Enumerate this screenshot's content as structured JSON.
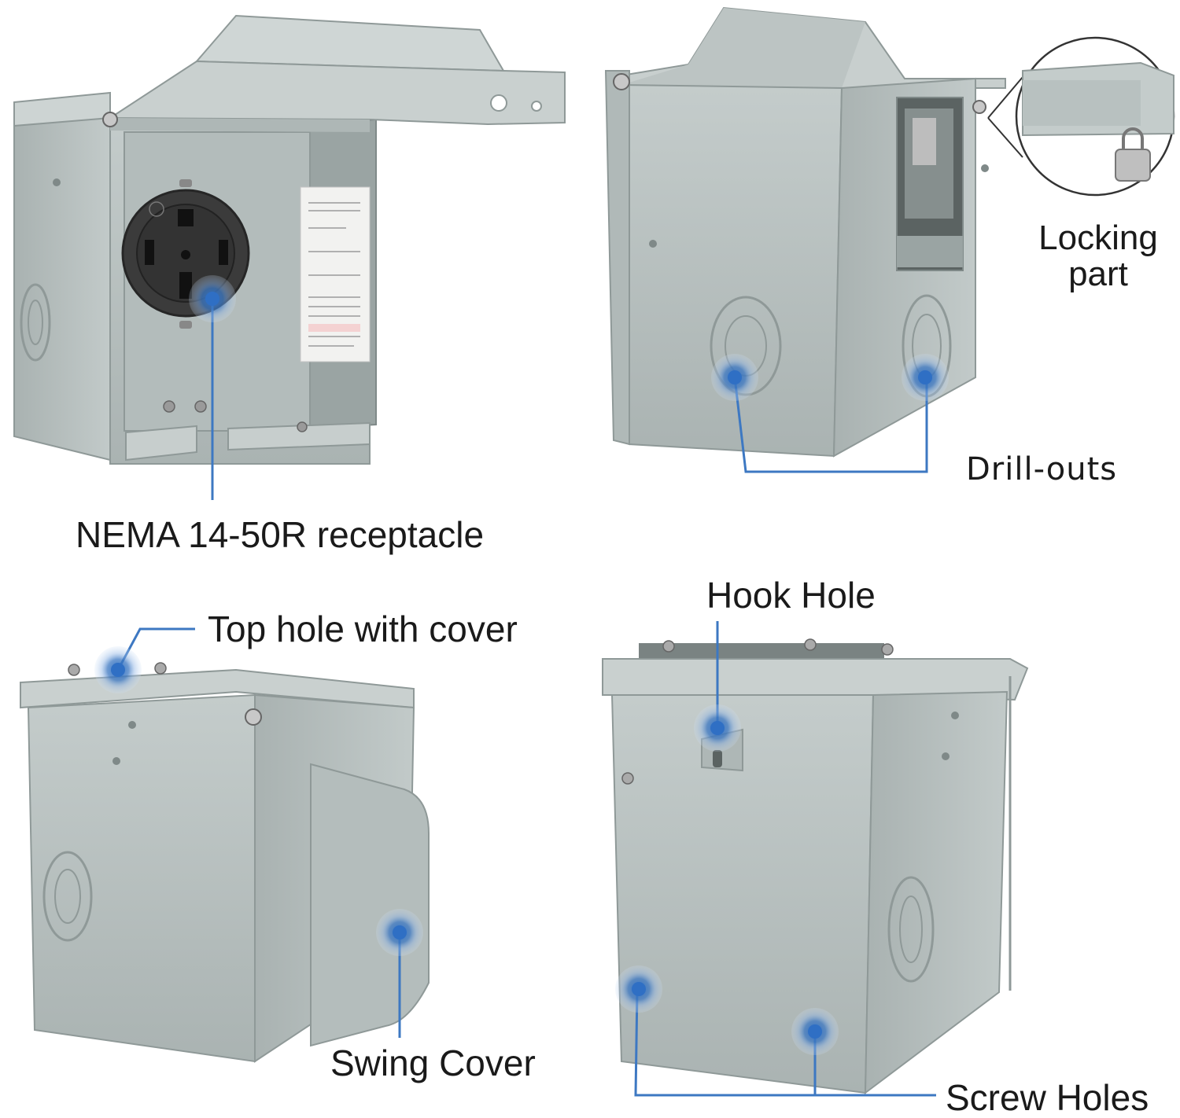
{
  "labels": {
    "receptacle": "NEMA 14-50R receptacle",
    "locking_line1": "Locking",
    "locking_line2": "part",
    "drill_outs": "Drill-outs",
    "top_hole": "Top hole with cover",
    "hook_hole": "Hook Hole",
    "swing_cover": "Swing Cover",
    "screw_holes": "Screw Holes"
  },
  "colors": {
    "background": "#ffffff",
    "enclosure": "#b9c2c1",
    "enclosure_dark": "#9ea8a7",
    "enclosure_light": "#d3d9d8",
    "callout_line": "#3d78c2",
    "callout_dot": "#2f6fc4",
    "label_text": "#1a1a1a"
  },
  "icons": [
    "callout-dot-icon",
    "padlock-icon"
  ]
}
